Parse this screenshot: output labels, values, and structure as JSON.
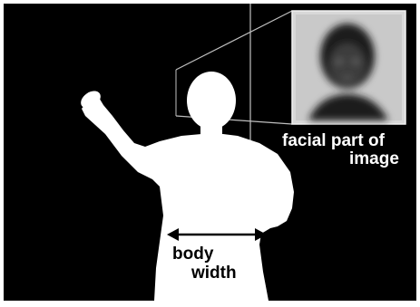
{
  "labels": {
    "facial_line1": "facial part of",
    "facial_line2": "image",
    "body_line1": "body",
    "body_line2": "width"
  },
  "icons": {
    "silhouette": "person-silhouette",
    "face_inset": "blurred-face-thumbnail",
    "measurement": "double-headed-arrow"
  },
  "colors": {
    "background": "#000000",
    "silhouette": "#ffffff",
    "inset_frame": "#d8d8d8",
    "connector": "#bfbfbf"
  }
}
